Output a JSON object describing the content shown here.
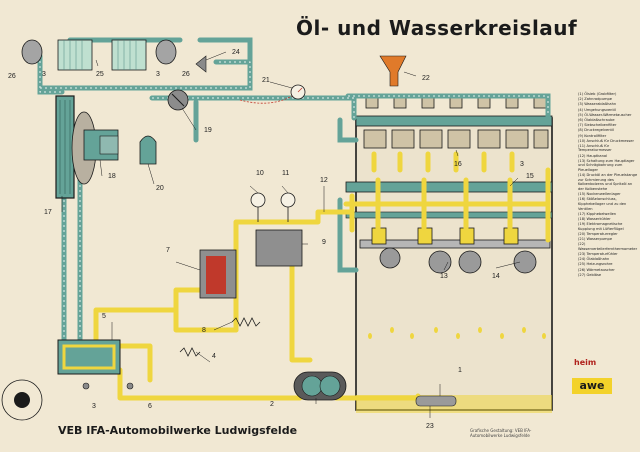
{
  "title": "Öl- und Wasserkreislauf",
  "footer": "VEB IFA-Automobilwerke Ludwigsfelde",
  "labels": [
    "1",
    "2",
    "3",
    "4",
    "5",
    "6",
    "7",
    "8",
    "9",
    "10",
    "11",
    "12",
    "13",
    "14",
    "15",
    "16",
    "17",
    "18",
    "19",
    "20",
    "21",
    "22",
    "23",
    "24",
    "25",
    "26"
  ],
  "legend": [
    "(1) Ölsieb (Grobfilter)",
    "(2) Zahnradpumpe",
    "(3) Wasserablaßhahn",
    "(4) Umgehungsventil",
    "(5) Öl-Wasser-Wärmetauscher",
    "(6) Ölablaßschraube",
    "(7) Siebscheibenfilter",
    "(8) Druckregelventil",
    "(9) Kontrollfilter",
    "(10) Anschluß für Druckmesser",
    "(11) Anschluß für Temperaturmesser",
    "(12) Hauptkanal",
    "(13) Schaltung zum Hauptlager und Schrägbohrung zum Pleuellager",
    "(14) Drucköl an der Pleuelstange zur Schmierung des Kolbenbolzens und Spritzöl an der Kolbenstehe",
    "(15) Nockenwellenlager",
    "(16) Stößelanschluss, Kipphebellager und zu den Ventilen",
    "(17) Kipphebelwellen",
    "(18) Wasserkühler",
    "(19) Elektromagnetische Kupplung mit Lüfterflügel",
    "(20) Temperaturregler",
    "(21) Wasserpumpe",
    "(22) Wasserverteilerfernthermometer",
    "(23) Temperaturfühler",
    "(24) Ölablaßhahn",
    "(25) Heizungsrohre",
    "(26) Wärmetauscher",
    "(27) Gebläse"
  ],
  "credit": "Grafische Gestaltung: VEB IFA-Automobilwerke Ludwigsfelde",
  "logos": {
    "heim": "heim",
    "awe": "awe"
  },
  "colors": {
    "oil": "#efd63f",
    "water": "#64a398",
    "paper": "#f1e8d3",
    "ink": "#1b1b1b",
    "red": "#c0392b"
  }
}
